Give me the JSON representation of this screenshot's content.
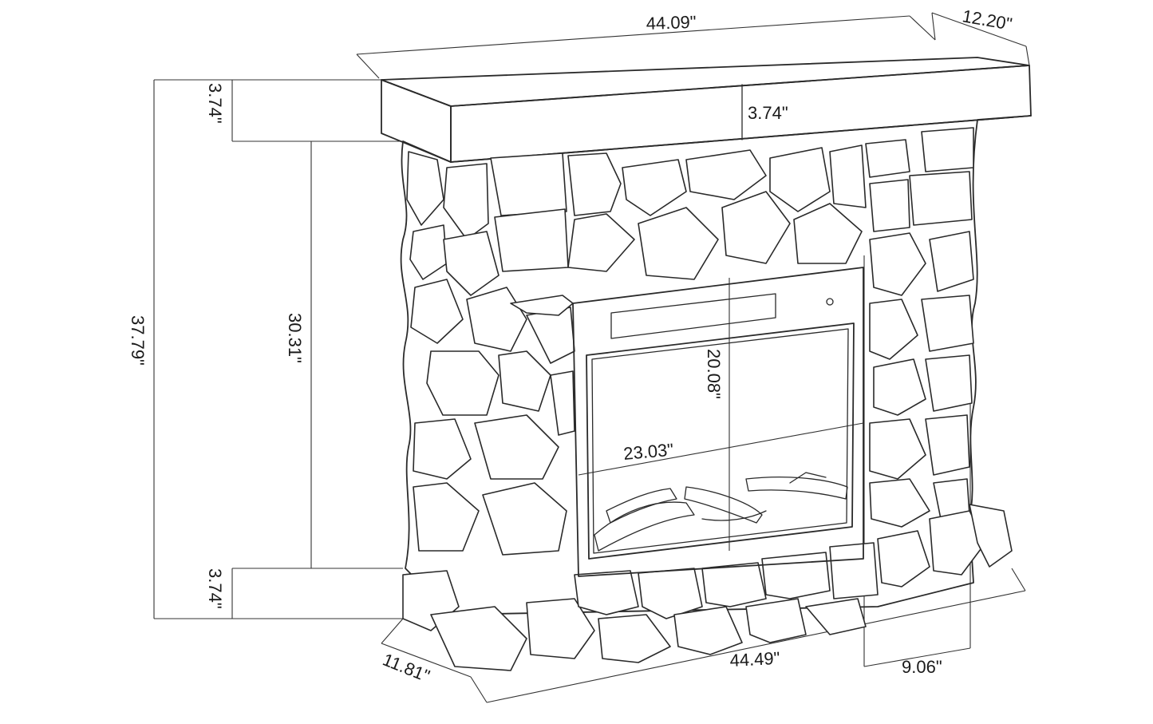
{
  "diagram": {
    "dimensions": {
      "mantel_width": "44.09\"",
      "mantel_depth": "12.20\"",
      "mantel_thickness_side": "3.74\"",
      "mantel_thickness_front": "3.74\"",
      "overall_height": "37.79\"",
      "opening_height": "30.31\"",
      "base_height": "3.74\"",
      "insert_height": "20.08\"",
      "insert_width": "23.03\"",
      "base_width": "44.49\"",
      "base_depth": "11.81\"",
      "leg_width": "9.06\""
    }
  }
}
